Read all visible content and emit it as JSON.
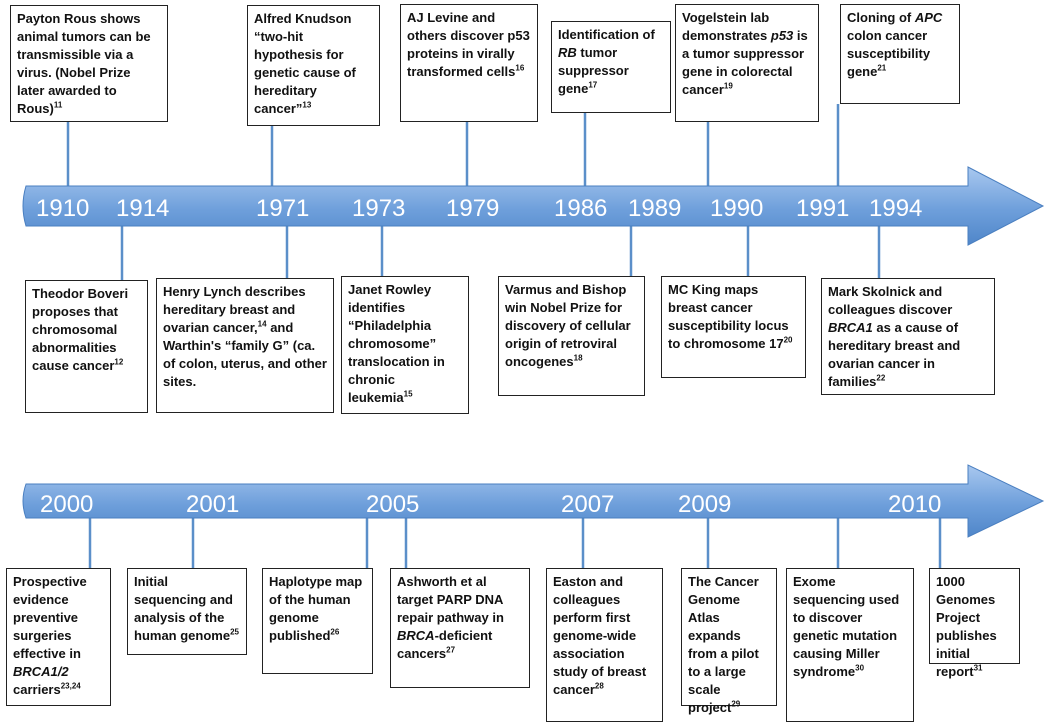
{
  "colors": {
    "arrow_light": "#a9c8ef",
    "arrow_dark": "#4f86c9",
    "connector": "#5b8fc9",
    "box_border": "#222222",
    "year_text": "#ffffff"
  },
  "timeline1": {
    "years": [
      "1910",
      "1914",
      "1971",
      "1973",
      "1979",
      "1986",
      "1989",
      "1990",
      "1991",
      "1994"
    ],
    "events": [
      {
        "year": "1910",
        "position": "above",
        "text": "Payton Rous shows animal tumors can be transmissible via a virus. (Nobel Prize later awarded to Rous)",
        "ref": "11"
      },
      {
        "year": "1914",
        "position": "below",
        "text": "Theodor Boveri proposes that chromosomal abnormalities cause cancer",
        "ref": "12"
      },
      {
        "year": "1971",
        "position": "above",
        "text": "Alfred Knudson “two-hit hypothesis for genetic cause of hereditary cancer”",
        "ref": "13"
      },
      {
        "year": "1971",
        "position": "below",
        "text_before": "Henry Lynch describes hereditary breast and ovarian cancer,",
        "ref": "14",
        "text_after": " and Warthin's “family G” (ca. of colon, uterus, and other sites."
      },
      {
        "year": "1973",
        "position": "below",
        "text": "Janet Rowley identifies “Philadelphia chromosome” translocation in chronic leukemia",
        "ref": "15"
      },
      {
        "year": "1979",
        "position": "above",
        "text": "AJ Levine and others discover p53 proteins in virally transformed cells",
        "ref": "16"
      },
      {
        "year": "1986",
        "position": "above",
        "text_before": "Identification of ",
        "italic": "RB",
        "text_after": " tumor suppressor gene",
        "ref": "17"
      },
      {
        "year": "1989",
        "position": "below",
        "text": "Varmus and Bishop win Nobel Prize for discovery of cellular origin of retroviral oncogenes",
        "ref": "18"
      },
      {
        "year": "1990",
        "position": "above",
        "text_before": "Vogelstein  lab demonstrates ",
        "italic": "p53",
        "text_after": " is a tumor suppressor gene in colorectal cancer",
        "ref": "19"
      },
      {
        "year": "1990",
        "position": "below",
        "text": "MC King maps breast cancer susceptibility locus to chromosome 17",
        "ref": "20"
      },
      {
        "year": "1991",
        "position": "above",
        "text_before": "Cloning of ",
        "italic": "APC",
        "text_after": " colon cancer susceptibility gene",
        "ref": "21"
      },
      {
        "year": "1994",
        "position": "below",
        "text_before": "Mark Skolnick and colleagues discover ",
        "italic": "BRCA1",
        "text_after": " as a cause of hereditary breast and ovarian cancer in families",
        "ref": "22"
      }
    ]
  },
  "timeline2": {
    "years": [
      "2000",
      "2001",
      "2005",
      "2007",
      "2009",
      "2010"
    ],
    "events": [
      {
        "year": "2000",
        "text_before": "Prospective evidence preventive surgeries effective in ",
        "italic": "BRCA1/2",
        "text_after": " carriers",
        "ref": "23,24"
      },
      {
        "year": "2001",
        "text": "Initial sequencing and analysis of the human genome",
        "ref": "25"
      },
      {
        "year": "2005",
        "text": "Haplotype map of the human genome published",
        "ref": "26"
      },
      {
        "year": "2005",
        "text_before": "Ashworth et al target PARP DNA repair pathway in ",
        "italic": "BRCA",
        "text_after": "-deficient cancers",
        "ref": "27"
      },
      {
        "year": "2007",
        "text": "Easton and colleagues perform first genome-wide association study of breast cancer",
        "ref": "28"
      },
      {
        "year": "2009",
        "text": "The Cancer Genome Atlas expands from a pilot to a large scale project",
        "ref": "29"
      },
      {
        "year": "2009",
        "text": "Exome sequencing used to discover genetic mutation causing Miller syndrome",
        "ref": "30"
      },
      {
        "year": "2010",
        "text": "1000 Genomes Project publishes initial report",
        "ref": "31"
      }
    ]
  }
}
